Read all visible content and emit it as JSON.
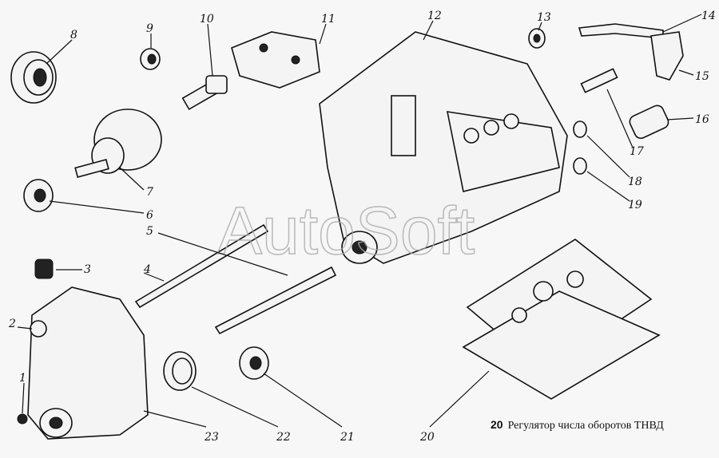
{
  "watermark": "AutoSoft",
  "caption": {
    "number": "20",
    "text": "Регулятор числа оборотов ТНВД"
  },
  "callouts": [
    "1",
    "2",
    "3",
    "4",
    "5",
    "6",
    "7",
    "8",
    "9",
    "10",
    "11",
    "12",
    "13",
    "14",
    "15",
    "16",
    "17",
    "18",
    "19",
    "20",
    "21",
    "22",
    "23"
  ]
}
